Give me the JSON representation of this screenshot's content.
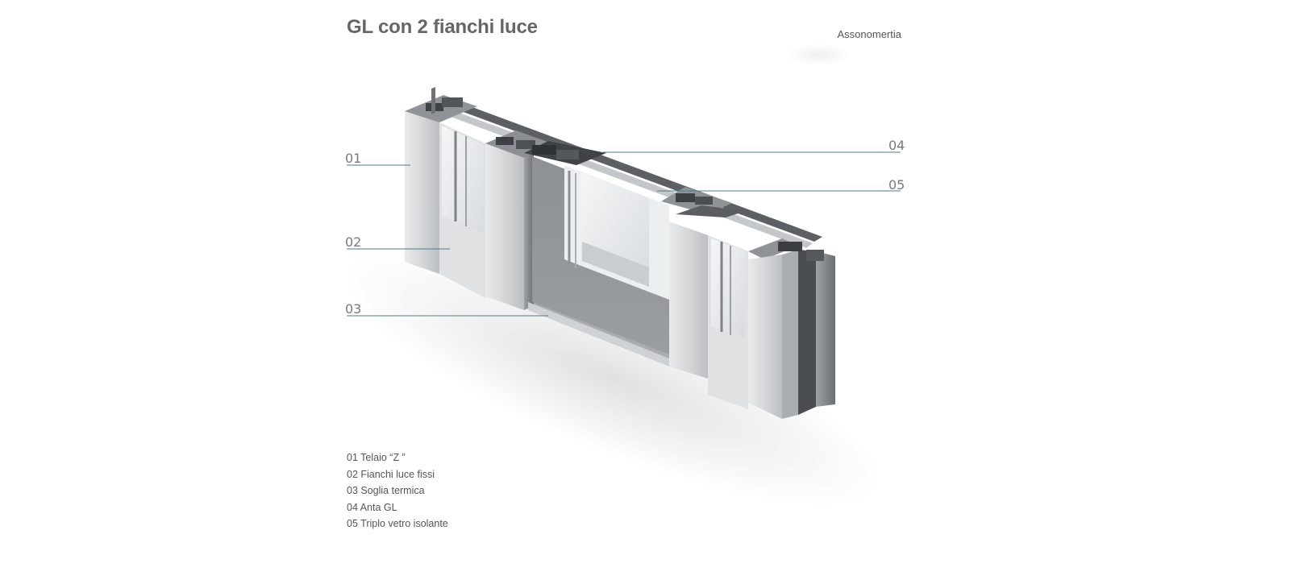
{
  "header": {
    "title": "GL con 2 fianchi luce",
    "subtitle": "Assonomertia"
  },
  "diagram": {
    "callouts": [
      {
        "num": "01",
        "label": "Telaio “Z ”"
      },
      {
        "num": "02",
        "label": "Fianchi luce fissi"
      },
      {
        "num": "03",
        "label": "Soglia termica"
      },
      {
        "num": "04",
        "label": "Anta GL"
      },
      {
        "num": "05",
        "label": "Triplo vetro isolante"
      }
    ],
    "leader_color": "#4a7d8f"
  },
  "legend": {
    "items": [
      "01 Telaio “Z ”",
      "02 Fianchi luce fissi",
      "03 Soglia termica",
      "04 Anta GL",
      "05 Triplo vetro isolante"
    ]
  }
}
